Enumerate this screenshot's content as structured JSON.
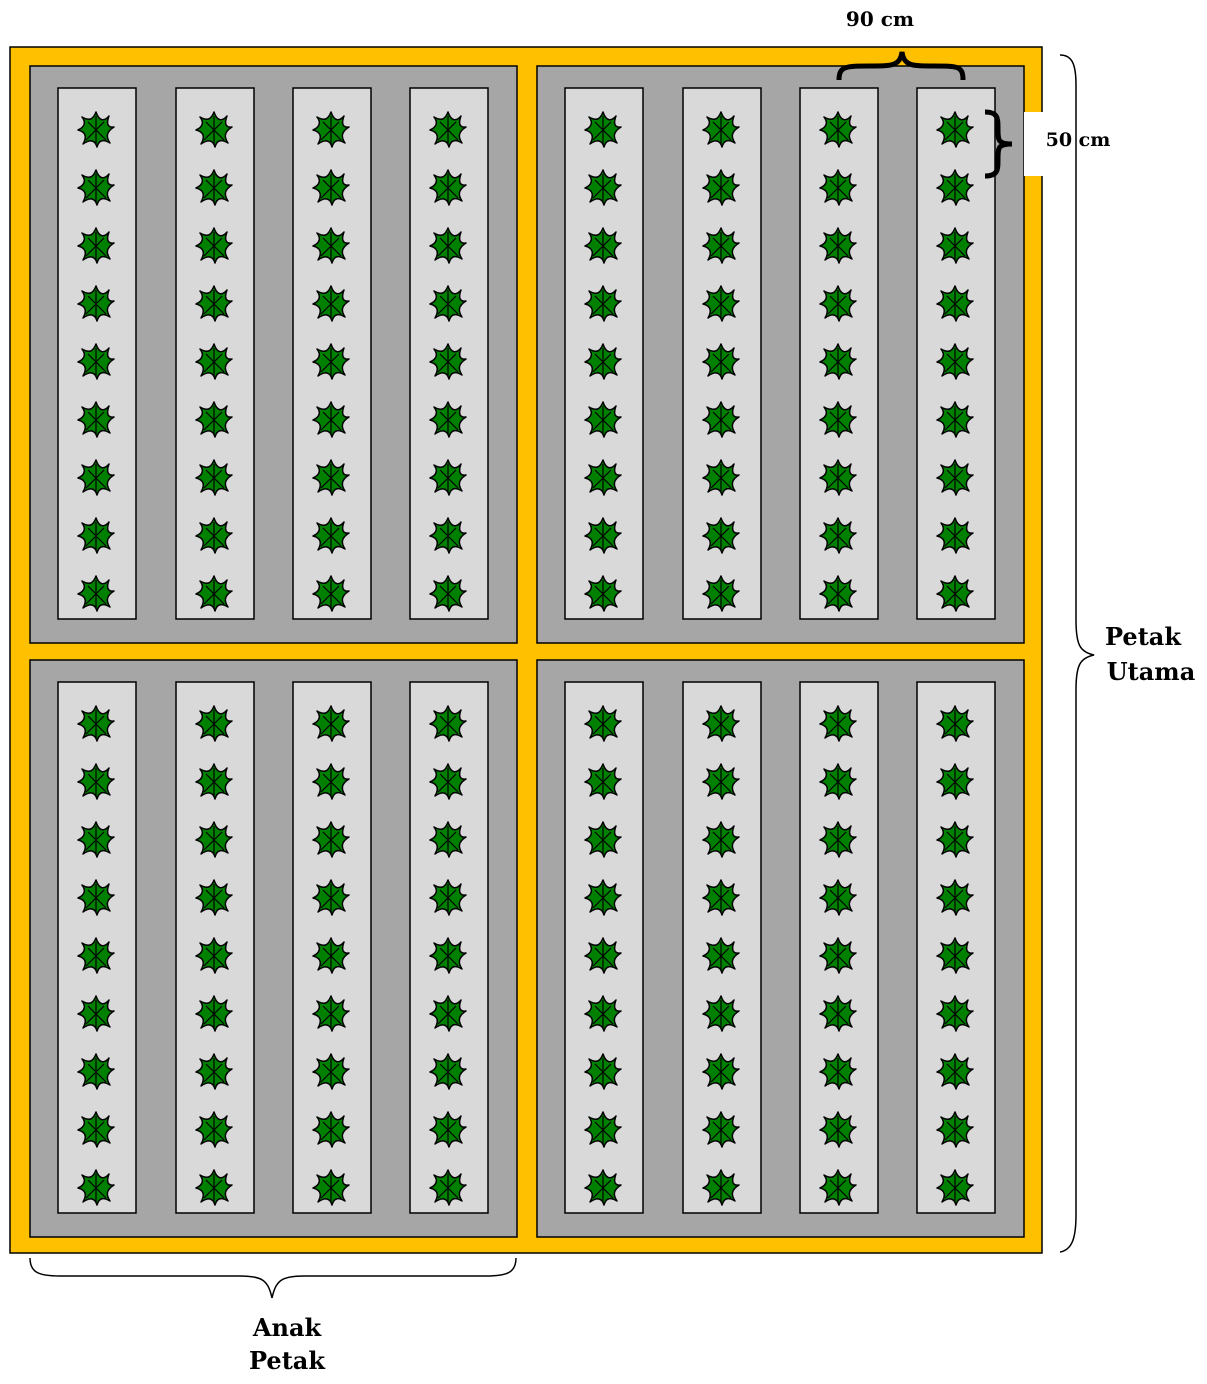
{
  "labels": {
    "row_spacing": "90 cm",
    "plant_spacing": "50 cm",
    "main_plot_line1": "Petak",
    "main_plot_line2": "Utama",
    "sub_plot_line1": "Anak",
    "sub_plot_line2": "Petak"
  },
  "layout": {
    "subplots_per_row": 2,
    "subplot_rows": 2,
    "beds_per_subplot": 4,
    "plants_per_bed": 9
  },
  "colors": {
    "main_plot_border": "#ffc000",
    "subplot_fill": "#a6a6a6",
    "bed_fill": "#d9d9d9",
    "plant_fill": "#008000",
    "outline": "#000000"
  },
  "icons": {
    "plant": "plant-icon"
  }
}
